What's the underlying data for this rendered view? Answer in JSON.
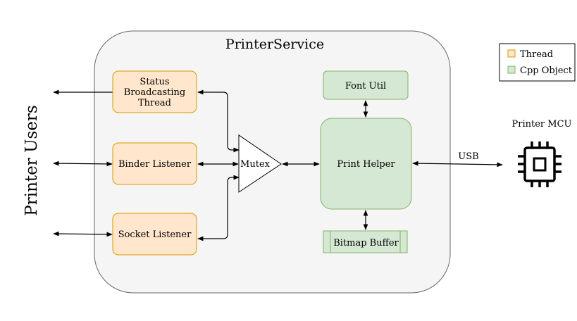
{
  "service": {
    "title": "PrinterService"
  },
  "side_label": "Printer Users",
  "threads": {
    "status": [
      "Status",
      "Broadcasting",
      "Thread"
    ],
    "binder": "Binder Listener",
    "socket": "Socket Listener"
  },
  "mutex": "Mutex",
  "objects": {
    "font_util": "Font Util",
    "print_helper": "Print Helper",
    "bitmap_buffer": "Bitmap Buffer"
  },
  "usb_label": "USB",
  "mcu_label": "Printer MCU",
  "legend": {
    "thread": "Thread",
    "cpp_object": "Cpp Object"
  },
  "colors": {
    "thread_fill": "#ffe6cc",
    "thread_stroke": "#d79b00",
    "object_fill": "#d5e8d4",
    "object_stroke": "#82b366",
    "container_fill": "#f5f5f5",
    "container_stroke": "#666666"
  },
  "icons": {
    "mcu": "microchip-icon"
  }
}
